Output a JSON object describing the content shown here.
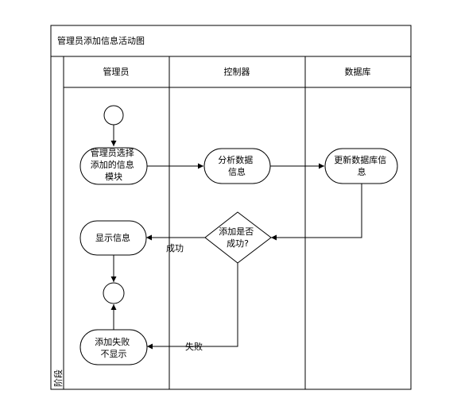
{
  "title": "管理员添加信息活动图",
  "side_label": "阶段",
  "lanes": [
    {
      "label": "管理员"
    },
    {
      "label": "控制器"
    },
    {
      "label": "数据库"
    }
  ],
  "nodes": {
    "select_module": [
      "管理员选择",
      "添加的信息",
      "模块"
    ],
    "analyze_data": [
      "分析数据",
      "信息"
    ],
    "update_db": [
      "更新数据库信",
      "息"
    ],
    "decision": [
      "添加是否",
      "成功?"
    ],
    "show_info": [
      "显示信息"
    ],
    "fail_msg": [
      "添加失败",
      "不显示"
    ]
  },
  "edge_labels": {
    "success": "成功",
    "failure": "失败"
  }
}
